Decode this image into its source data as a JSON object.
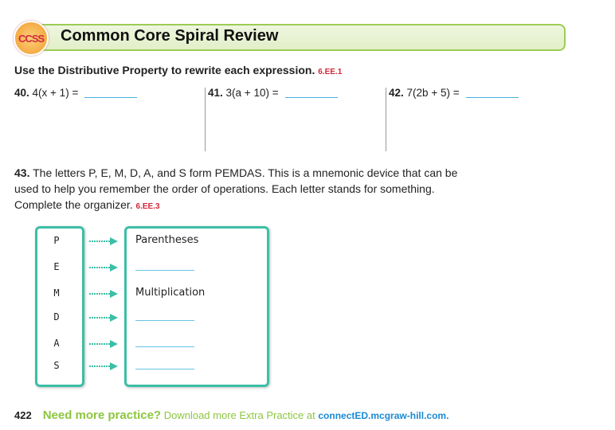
{
  "header": {
    "badge": "CCSS",
    "title": "Common Core Spiral Review"
  },
  "instructions": {
    "text": "Use the Distributive Property to rewrite each expression.",
    "standard": "6.EE.1"
  },
  "problems": [
    {
      "num": "40.",
      "expr": "4(x + 1) ="
    },
    {
      "num": "41.",
      "expr": "3(a + 10) ="
    },
    {
      "num": "42.",
      "expr": "7(2b + 5) ="
    }
  ],
  "q43": {
    "num": "43.",
    "text": "The letters P, E, M, D, A, and S form PEMDAS. This is a mnemonic device that can be used to help you remember the order of operations. Each letter stands for something. Complete the organizer.",
    "standard": "6.EE.3"
  },
  "organizer": [
    {
      "letter": "P",
      "answer": "Parentheses"
    },
    {
      "letter": "E",
      "answer": ""
    },
    {
      "letter": "M",
      "answer": "Multiplication"
    },
    {
      "letter": "D",
      "answer": ""
    },
    {
      "letter": "A",
      "answer": ""
    },
    {
      "letter": "S",
      "answer": ""
    }
  ],
  "footer": {
    "page": "422",
    "heading": "Need more practice?",
    "text": "Download more Extra Practice at",
    "link": "connectED.mcgraw-hill.com."
  },
  "colors": {
    "green": "#8cc63f",
    "teal": "#3bbfa6",
    "red": "#d2283a",
    "blue": "#1b8ad3"
  }
}
